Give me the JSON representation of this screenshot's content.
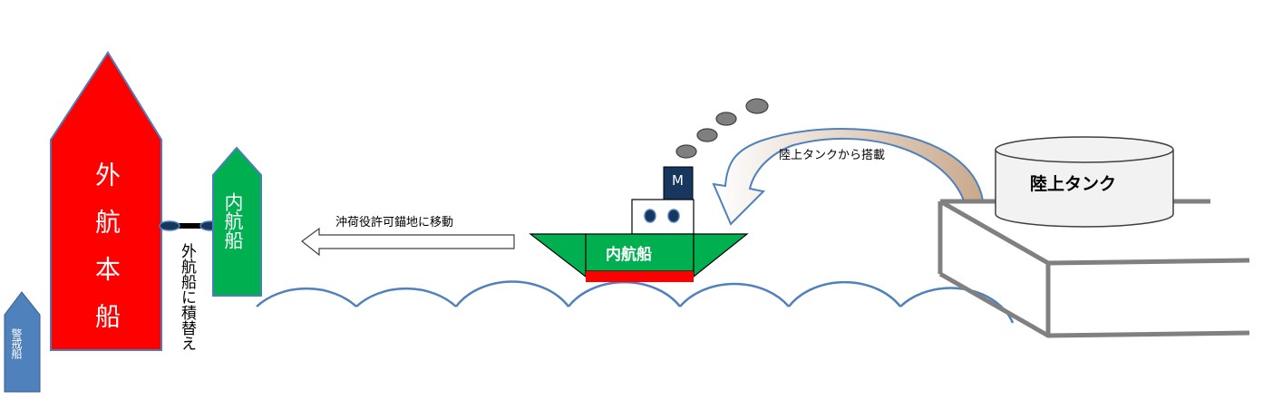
{
  "labels": {
    "foreign_ship": "外航本船",
    "inner_ship_left": "内航船",
    "guard_ship": "警戒船",
    "transship": "外航船に積替え",
    "move_label": "沖荷役許可錨地に移動",
    "inner_ship_center": "内航船",
    "motor": "M",
    "load_label": "陸上タンクから搭載",
    "land_tank": "陸上タンク"
  },
  "colors": {
    "foreign_ship": "#ff0000",
    "inner_ship": "#00b050",
    "guard_ship": "#4f81bd",
    "outline": "#4a7ebb",
    "wave": "#4f81bd",
    "smoke": "#595959",
    "motor_box": "#17375e",
    "hull_stripe": "#ff0000",
    "curved_arrow": "#d9b99b",
    "pier": "#808080"
  }
}
